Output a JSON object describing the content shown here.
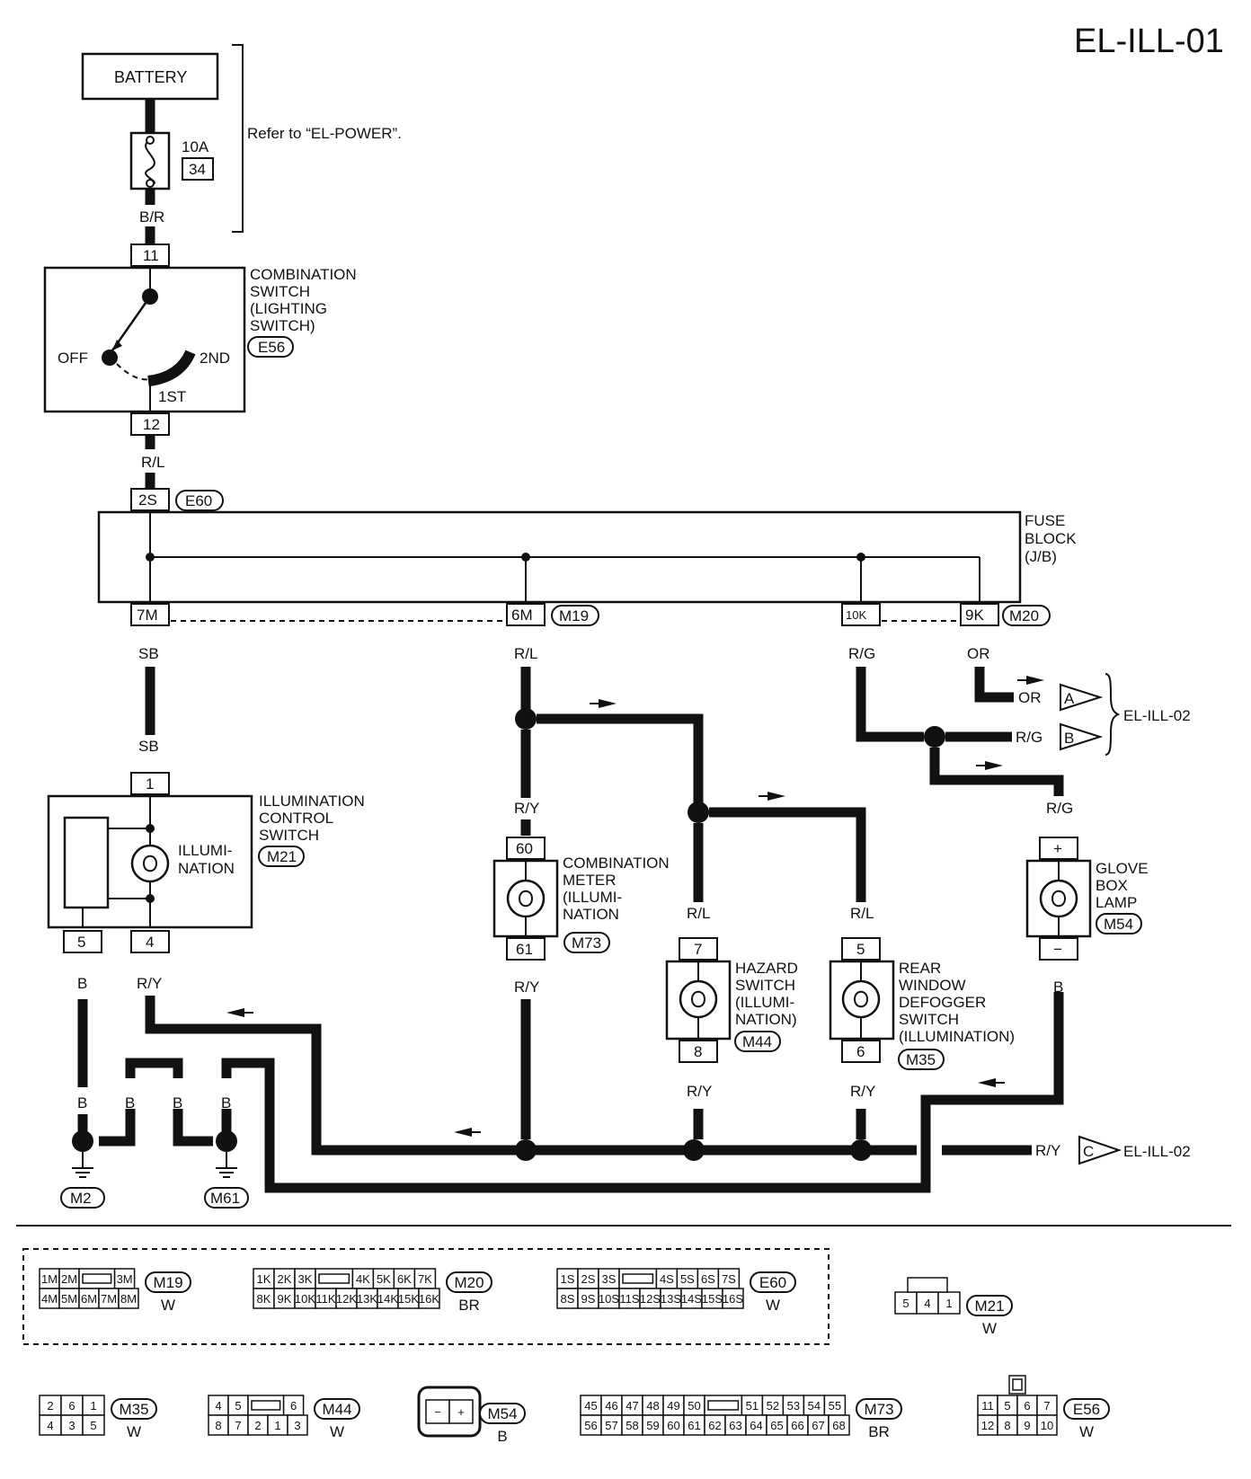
{
  "title": "EL-ILL-01",
  "battery": "BATTERY",
  "fuse": {
    "amp": "10A",
    "num": "34",
    "note": "Refer to “EL-POWER”."
  },
  "wires": {
    "br": "B/R",
    "rl": "R/L",
    "sb": "SB",
    "ry": "R/Y",
    "rg": "R/G",
    "or": "OR",
    "b": "B"
  },
  "combo_switch": {
    "lines": [
      "COMBINATION",
      "SWITCH",
      "(LIGHTING",
      "SWITCH)"
    ],
    "conn": "E56",
    "off": "OFF",
    "second": "2ND",
    "first": "1ST",
    "pin_top": "11",
    "pin_bot": "12"
  },
  "fuse_block": {
    "lines": [
      "FUSE",
      "BLOCK",
      "(J/B)"
    ],
    "pin_in": "2S",
    "conn_in": "E60",
    "pins": [
      "7M",
      "6M",
      "10K",
      "9K"
    ],
    "conn_a": "M19",
    "conn_b": "M20"
  },
  "illum_switch": {
    "lines": [
      "ILLUMINATION",
      "CONTROL",
      "SWITCH"
    ],
    "conn": "M21",
    "inner": [
      "ILLUMI-",
      "NATION"
    ],
    "pin_top": "1",
    "pin_5": "5",
    "pin_4": "4"
  },
  "combo_meter": {
    "lines": [
      "COMBINATION",
      "METER",
      "(ILLUMI-",
      "NATION"
    ],
    "conn": "M73",
    "pin_top": "60",
    "pin_bot": "61"
  },
  "hazard": {
    "lines": [
      "HAZARD",
      "SWITCH",
      "(ILLUMI-",
      "NATION)"
    ],
    "conn": "M44",
    "pin_top": "7",
    "pin_bot": "8"
  },
  "defogger": {
    "lines": [
      "REAR",
      "WINDOW",
      "DEFOGGER",
      "SWITCH",
      "(ILLUMINATION)"
    ],
    "conn": "M35",
    "pin_top": "5",
    "pin_bot": "6"
  },
  "glove": {
    "lines": [
      "GLOVE",
      "BOX",
      "LAMP"
    ],
    "conn": "M54",
    "pin_top": "+",
    "pin_bot": "−"
  },
  "refs": {
    "a": "A",
    "b": "B",
    "c": "C",
    "ill02": "EL-ILL-02"
  },
  "grounds": [
    "M2",
    "M61"
  ],
  "connectors": {
    "m19": {
      "name": "M19",
      "color": "W",
      "row1": [
        "1M",
        "2M",
        "",
        "3M"
      ],
      "row2": [
        "4M",
        "5M",
        "6M",
        "7M",
        "8M"
      ]
    },
    "m20": {
      "name": "M20",
      "color": "BR",
      "row1": [
        "1K",
        "2K",
        "3K",
        "",
        "4K",
        "5K",
        "6K",
        "7K"
      ],
      "row2": [
        "8K",
        "9K",
        "10K",
        "11K",
        "12K",
        "13K",
        "14K",
        "15K",
        "16K"
      ]
    },
    "e60": {
      "name": "E60",
      "color": "W",
      "row1": [
        "1S",
        "2S",
        "3S",
        "",
        "4S",
        "5S",
        "6S",
        "7S"
      ],
      "row2": [
        "8S",
        "9S",
        "10S",
        "11S",
        "12S",
        "13S",
        "14S",
        "15S",
        "16S"
      ]
    },
    "m21": {
      "name": "M21",
      "color": "W",
      "row1": [
        "5",
        "4",
        "1"
      ]
    },
    "m35": {
      "name": "M35",
      "color": "W",
      "row1": [
        "2",
        "6",
        "1"
      ],
      "row2": [
        "4",
        "3",
        "5"
      ]
    },
    "m44": {
      "name": "M44",
      "color": "W",
      "row1": [
        "4",
        "5",
        "",
        "6"
      ],
      "row2": [
        "8",
        "7",
        "2",
        "1",
        "3"
      ]
    },
    "m54": {
      "name": "M54",
      "color": "B",
      "row1": [
        "−",
        "+"
      ]
    },
    "m73": {
      "name": "M73",
      "color": "BR",
      "row1": [
        "45",
        "46",
        "47",
        "48",
        "49",
        "50",
        "",
        "51",
        "52",
        "53",
        "54",
        "55"
      ],
      "row2": [
        "56",
        "57",
        "58",
        "59",
        "60",
        "61",
        "62",
        "63",
        "64",
        "65",
        "66",
        "67",
        "68"
      ]
    },
    "e56": {
      "name": "E56",
      "color": "W",
      "row1": [
        "11",
        "5",
        "6",
        "7"
      ],
      "row2": [
        "12",
        "8",
        "9",
        "10"
      ]
    }
  }
}
